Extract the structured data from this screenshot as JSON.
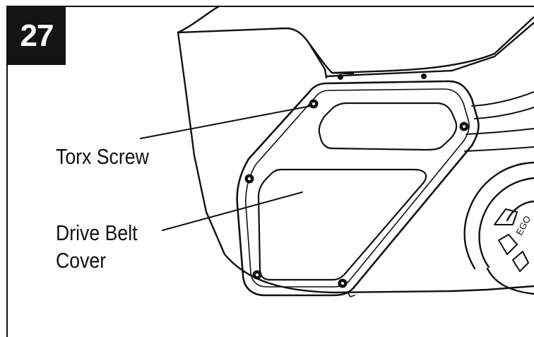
{
  "step": {
    "number": "27"
  },
  "callouts": {
    "torx_screw": "Torx Screw",
    "drive_belt_cover_line1": "Drive Belt",
    "drive_belt_cover_line2": "Cover"
  },
  "colors": {
    "ink": "#111111",
    "badge_bg": "#141414",
    "badge_text": "#ffffff",
    "paper": "#ffffff"
  }
}
